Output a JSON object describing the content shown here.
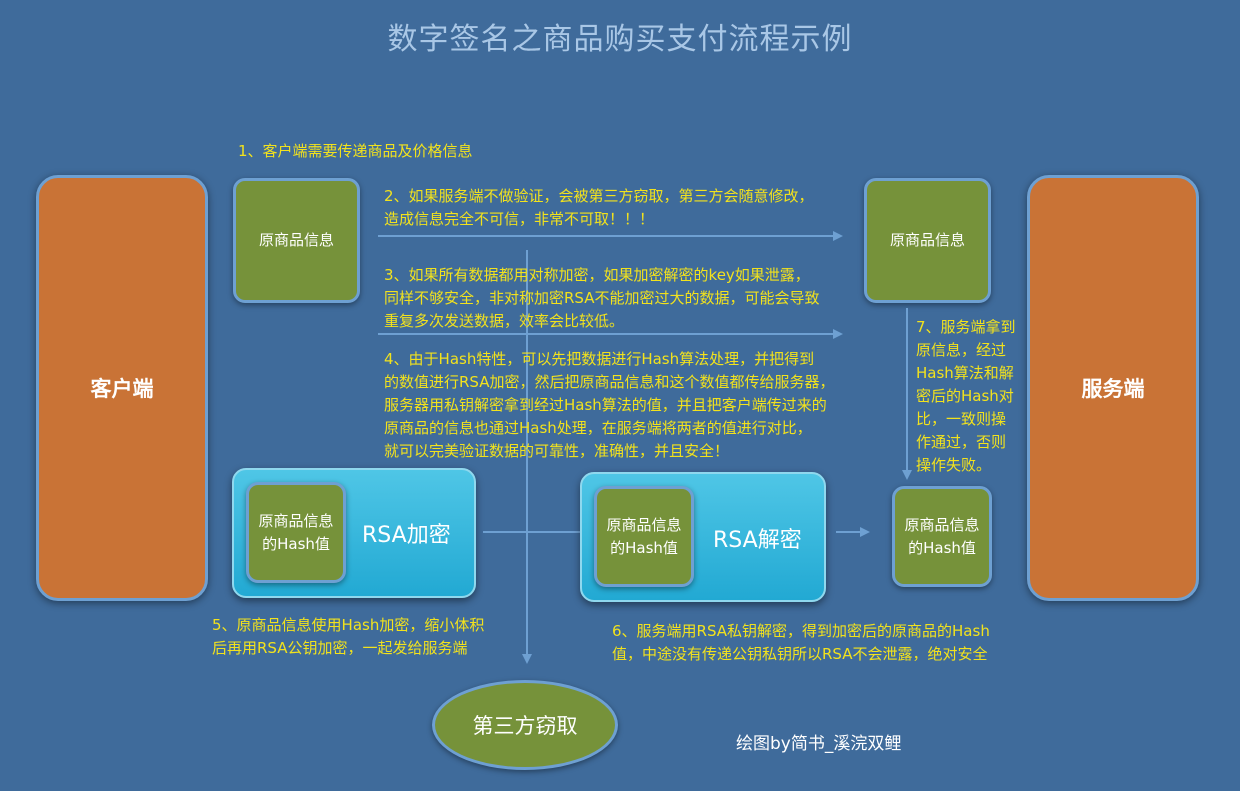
{
  "title": "数字签名之商品购买支付流程示例",
  "nodes": {
    "client": "客户端",
    "server": "服务端",
    "original_left": "原商品信息",
    "original_right": "原商品信息",
    "hash_left_line1": "原商品信息",
    "hash_left_line2": "的Hash值",
    "hash_mid_line1": "原商品信息",
    "hash_mid_line2": "的Hash值",
    "hash_right_line1": "原商品信息",
    "hash_right_line2": "的Hash值",
    "rsa_encrypt": "RSA加密",
    "rsa_decrypt": "RSA解密",
    "third_party": "第三方窃取"
  },
  "annotations": {
    "step1": "1、客户端需要传递商品及价格信息",
    "step2_l1": "2、如果服务端不做验证，会被第三方窃取，第三方会随意修改，",
    "step2_l2": "造成信息完全不可信，非常不可取！！！",
    "step3_l1": "3、如果所有数据都用对称加密，如果加密解密的key如果泄露，",
    "step3_l2": "同样不够安全，非对称加密RSA不能加密过大的数据，可能会导致",
    "step3_l3": "重复多次发送数据，效率会比较低。",
    "step4_l1": "4、由于Hash特性，可以先把数据进行Hash算法处理，并把得到",
    "step4_l2": "的数值进行RSA加密，然后把原商品信息和这个数值都传给服务器，",
    "step4_l3": "服务器用私钥解密拿到经过Hash算法的值，并且把客户端传过来的",
    "step4_l4": "原商品的信息也通过Hash处理，在服务端将两者的值进行对比，",
    "step4_l5": "就可以完美验证数据的可靠性，准确性，并且安全！",
    "step5_l1": "5、原商品信息使用Hash加密，缩小体积",
    "step5_l2": "后再用RSA公钥加密，一起发给服务端",
    "step6_l1": "6、服务端用RSA私钥解密，得到加密后的原商品的Hash",
    "step6_l2": "值，中途没有传递公钥私钥所以RSA不会泄露，绝对安全",
    "step7_l1": "7、服务端拿到",
    "step7_l2": "原信息，经过",
    "step7_l3": "Hash算法和解",
    "step7_l4": "密后的Hash对",
    "step7_l5": "比，一致则操",
    "step7_l6": "作通过，否则",
    "step7_l7": "操作失败。"
  },
  "credit": "绘图by简书_溪浣双鲤",
  "colors": {
    "background": "#3f6b9b",
    "title": "#a9c7e6",
    "annotation": "#f2e21d",
    "side_box": "#c97336",
    "green_box": "#76923a",
    "border": "#6ea0d2",
    "panel": "#2bb0d8",
    "arrow": "#6ea0d2"
  }
}
